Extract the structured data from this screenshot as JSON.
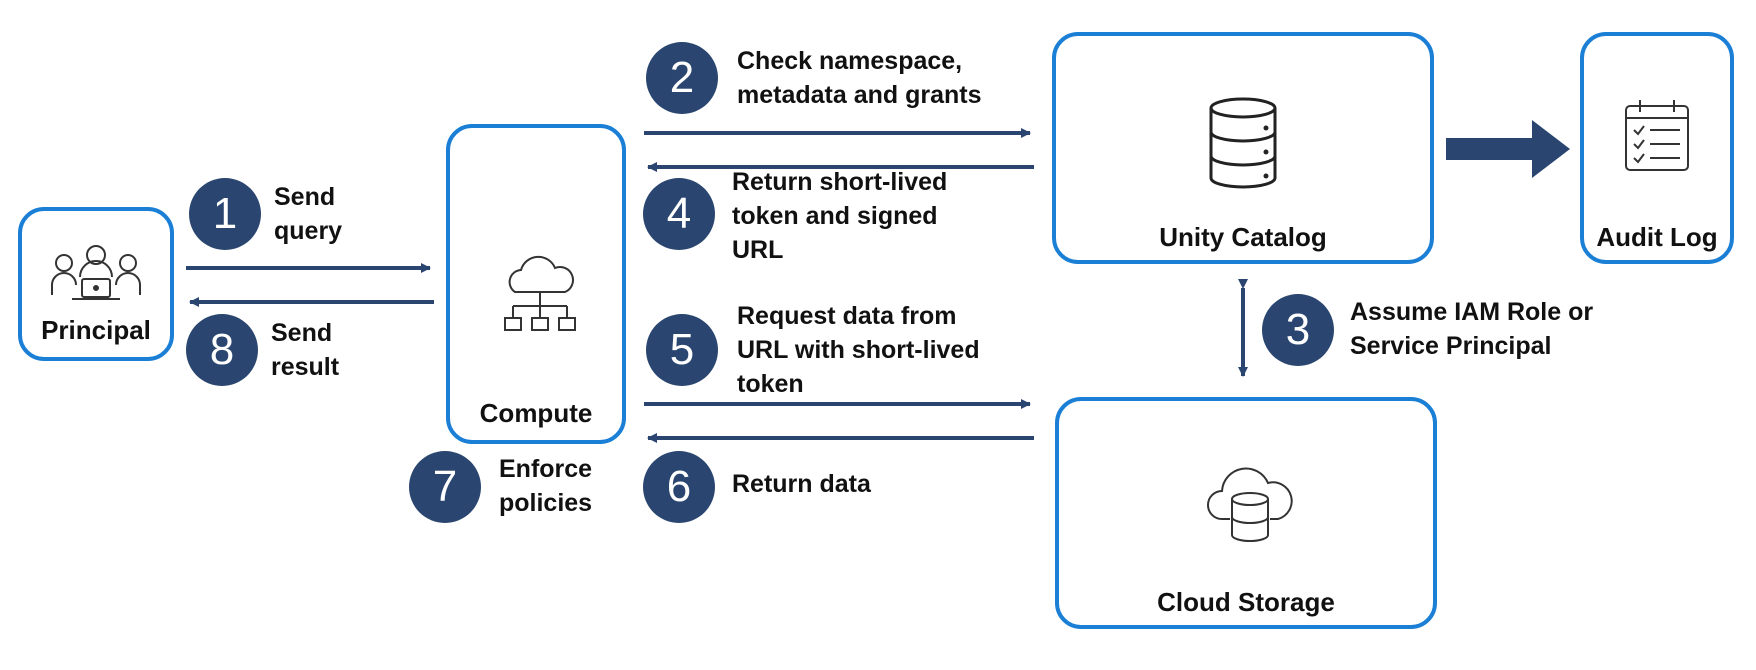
{
  "nodes": {
    "principal": "Principal",
    "compute": "Compute",
    "unity_catalog": "Unity Catalog",
    "cloud_storage": "Cloud Storage",
    "audit_log": "Audit Log"
  },
  "steps": [
    {
      "num": "1",
      "text": "Send\nquery"
    },
    {
      "num": "2",
      "text": "Check namespace,\nmetadata and grants"
    },
    {
      "num": "3",
      "text": "Assume IAM Role or\nService Principal"
    },
    {
      "num": "4",
      "text": "Return short-lived\ntoken and signed\nURL"
    },
    {
      "num": "5",
      "text": "Request data from\nURL with short-lived\ntoken"
    },
    {
      "num": "6",
      "text": "Return data"
    },
    {
      "num": "7",
      "text": "Enforce\npolicies"
    },
    {
      "num": "8",
      "text": "Send\nresult"
    }
  ],
  "icons": {
    "principal": "people-laptop-icon",
    "compute": "cloud-network-icon",
    "unity_catalog": "database-icon",
    "cloud_storage": "cloud-database-icon",
    "audit_log": "checklist-calendar-icon"
  },
  "colors": {
    "box_border": "#1b7fd6",
    "badge": "#2a4670",
    "arrow": "#2a4670"
  }
}
